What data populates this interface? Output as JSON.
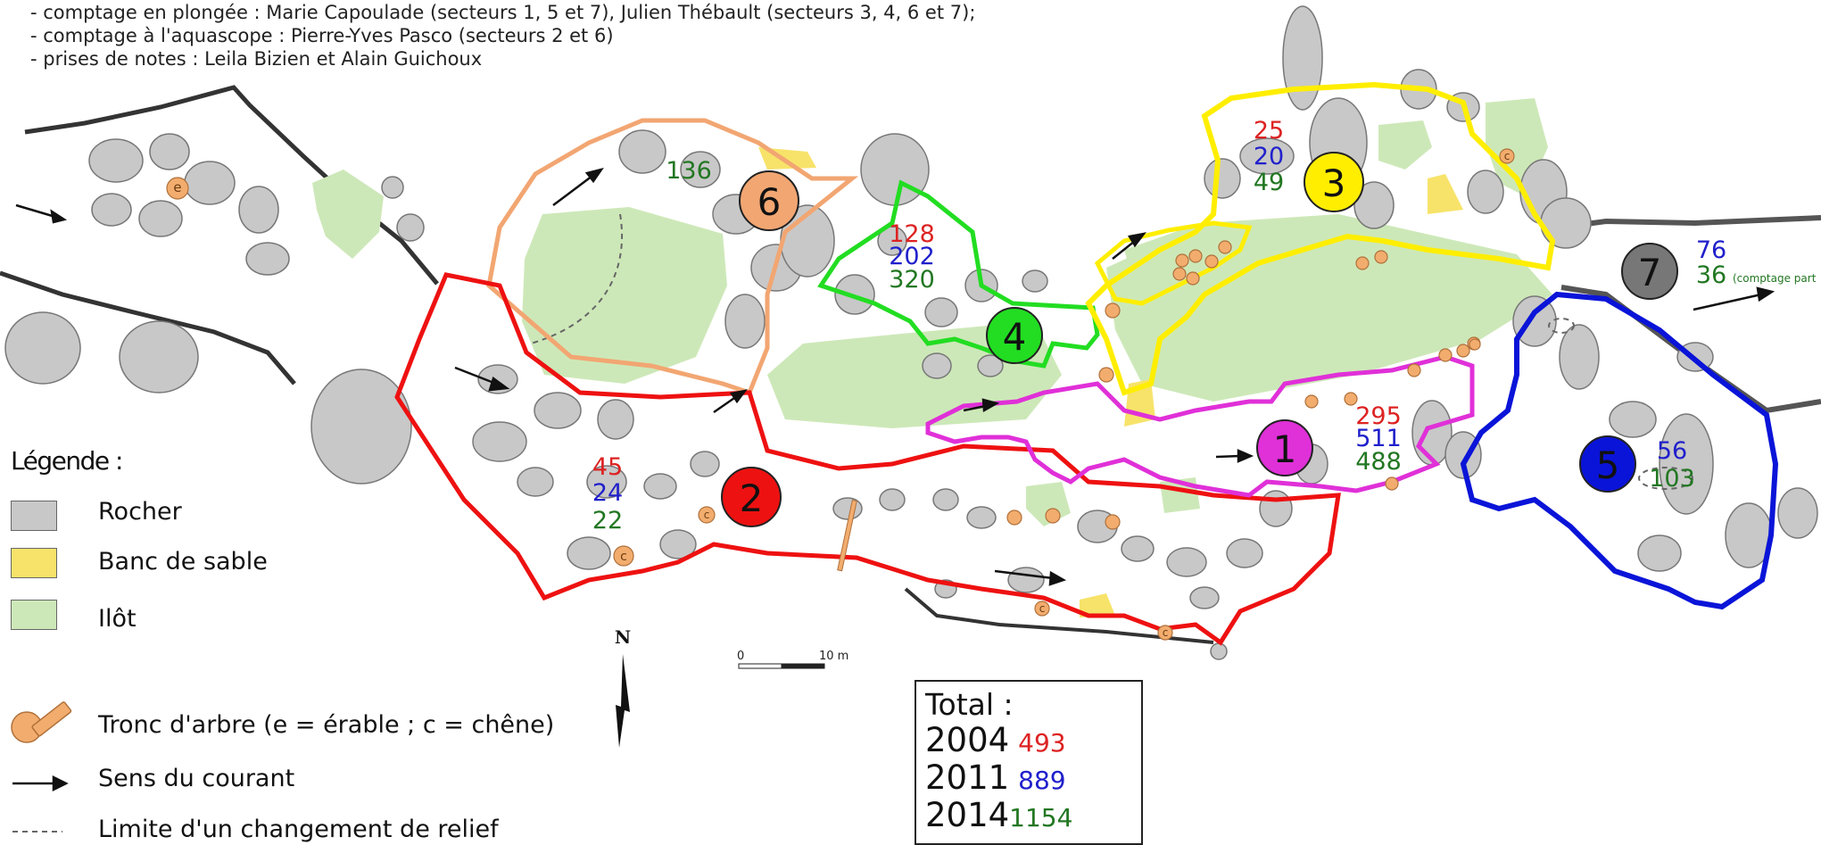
{
  "credits": [
    "- comptage en plongée : Marie Capoulade (secteurs 1, 5 et 7), Julien Thébault (secteurs 3, 4, 6 et 7);",
    "- comptage à l'aquascope : Pierre-Yves Pasco (secteurs 2 et 6)",
    "- prises de notes : Leila Bizien et Alain Guichoux"
  ],
  "colors": {
    "rock": "#c8c8c8",
    "sand": "#f7e36a",
    "islet": "#cde8b8",
    "trunk": "#f2ad6e",
    "count_2004": "#dd2222",
    "count_2011": "#2020cc",
    "count_2014": "#227722",
    "sector_1": "#e030d8",
    "sector_2": "#ee1111",
    "sector_3": "#ffee00",
    "sector_4": "#22dd22",
    "sector_5": "#0a14d8",
    "sector_6": "#f2a672",
    "sector_7": "#777777"
  },
  "sectors": [
    {
      "id": "1",
      "counts": [
        "295",
        "511",
        "488"
      ]
    },
    {
      "id": "2",
      "counts": [
        "45",
        "24",
        "22"
      ]
    },
    {
      "id": "3",
      "counts": [
        "25",
        "20",
        "49"
      ]
    },
    {
      "id": "4",
      "counts": [
        "128",
        "202",
        "320"
      ]
    },
    {
      "id": "5",
      "counts": [
        "56",
        "103"
      ]
    },
    {
      "id": "6",
      "counts": [
        "136"
      ]
    },
    {
      "id": "7",
      "counts": [
        "76",
        "36"
      ],
      "note": "(comptage part"
    }
  ],
  "legend": {
    "title": "Légende :",
    "items": [
      {
        "label": "Rocher",
        "symbol": "rock-swatch"
      },
      {
        "label": "Banc de sable",
        "symbol": "sand-swatch"
      },
      {
        "label": "Ilôt",
        "symbol": "islet-swatch"
      },
      {
        "label": "Tronc d'arbre (e = érable ; c = chêne)",
        "symbol": "tree-trunk-icon"
      },
      {
        "label": "Sens du courant",
        "symbol": "current-arrow-icon"
      },
      {
        "label": "Limite d'un changement de relief",
        "symbol": "dashed-line-icon"
      }
    ]
  },
  "north_label": "N",
  "scale": {
    "start": "0",
    "end": "10 m"
  },
  "trunk_letters": {
    "erable": "e",
    "chene": "c"
  },
  "totals": {
    "title": "Total :",
    "rows": [
      {
        "year": "2004",
        "value": "493"
      },
      {
        "year": "2011",
        "value": "889"
      },
      {
        "year": "2014",
        "value": "1154"
      }
    ]
  }
}
